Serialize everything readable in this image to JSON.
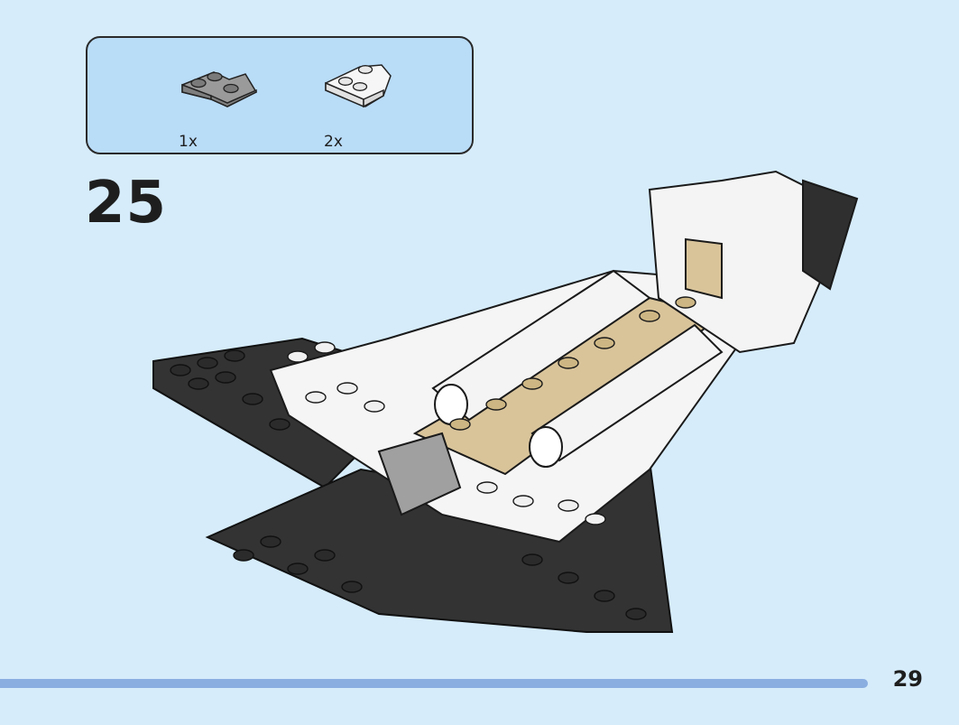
{
  "step": {
    "number": "25"
  },
  "parts": [
    {
      "name": "dark-gray-corner-plate",
      "quantity": "1x",
      "color": "#a8a8a8"
    },
    {
      "name": "white-wedge-plate",
      "quantity": "2x",
      "color": "#f4f4f4"
    }
  ],
  "page": {
    "number": "29"
  },
  "colors": {
    "background": "#d6ecfb",
    "callout": "#b9dcf7",
    "footer_bar": "#8aaee0",
    "black_plate": "#3a3a3a",
    "white_brick": "#f5f5f5",
    "tan_brick": "#d9c49a",
    "gray_brick": "#a0a0a0"
  }
}
